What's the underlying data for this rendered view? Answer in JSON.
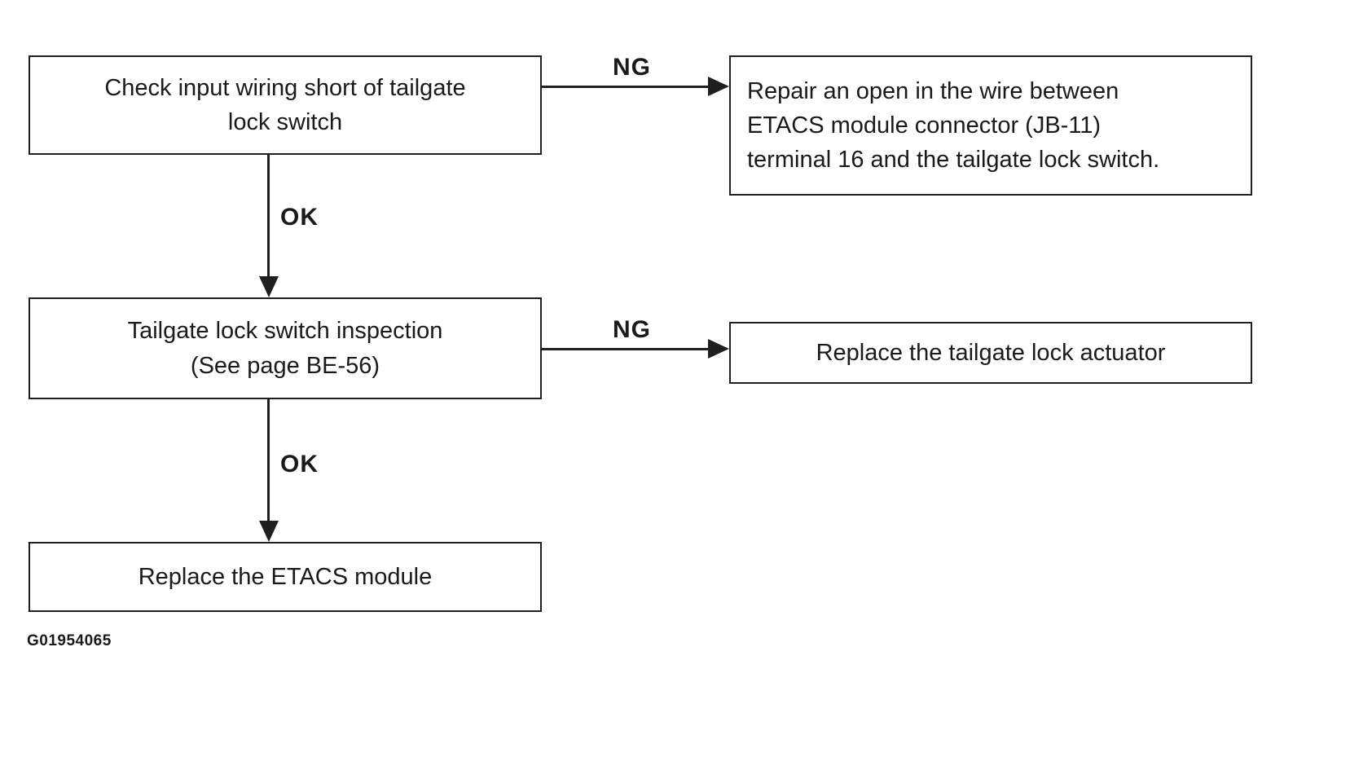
{
  "figure_id": "G01954065",
  "colors": {
    "line": "#1f1f1f",
    "background": "#ffffff",
    "text": "#1a1a1a"
  },
  "boxes": {
    "check_input": {
      "lines": [
        "Check input wiring short of tailgate",
        "lock switch"
      ]
    },
    "repair_open": {
      "lines": [
        "Repair an open in the wire between",
        "ETACS module connector (JB-11)",
        "terminal 16 and the tailgate lock switch."
      ]
    },
    "inspection": {
      "lines": [
        "Tailgate lock switch inspection",
        "(See page BE-56)"
      ]
    },
    "replace_actuator": {
      "lines": [
        "Replace the tailgate lock actuator"
      ]
    },
    "replace_etacs": {
      "lines": [
        "Replace the ETACS module"
      ]
    }
  },
  "arrows": {
    "ng_top": {
      "label": "NG"
    },
    "ok_top": {
      "label": "OK"
    },
    "ng_mid": {
      "label": "NG"
    },
    "ok_mid": {
      "label": "OK"
    }
  }
}
